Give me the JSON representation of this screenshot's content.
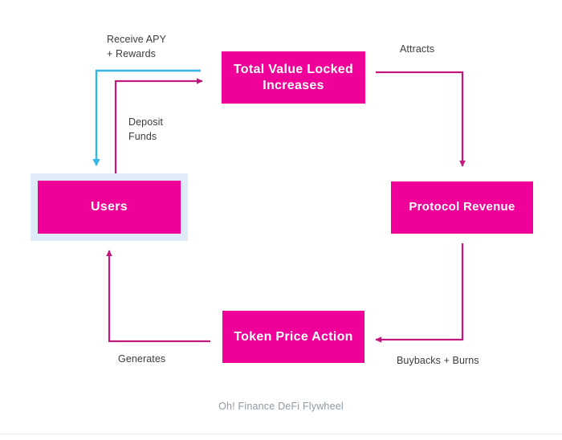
{
  "diagram": {
    "caption": "Oh! Finance DeFi Flywheel",
    "colors": {
      "node_fill": "#ee0099",
      "users_halo": "#dfecf7",
      "arrow_magenta": "#c2187e",
      "arrow_cyan": "#35b6e8",
      "label_text": "#3b3b3b",
      "caption_text": "#8d9aa4",
      "background": "#ffffff"
    },
    "nodes": [
      {
        "id": "users",
        "label": "Users"
      },
      {
        "id": "tvl",
        "label": "Total Value\nLocked Increases"
      },
      {
        "id": "protocol",
        "label": "Protocol Revenue"
      },
      {
        "id": "token",
        "label": "Token Price\nAction"
      }
    ],
    "edges": [
      {
        "id": "deposit",
        "label": "Deposit\nFunds",
        "from": "users",
        "to": "tvl",
        "color": "#c2187e"
      },
      {
        "id": "receive",
        "label": "Receive APY\n+ Rewards",
        "from": "tvl",
        "to": "users",
        "color": "#35b6e8"
      },
      {
        "id": "attracts",
        "label": "Attracts",
        "from": "tvl",
        "to": "protocol",
        "color": "#c2187e"
      },
      {
        "id": "buybacks",
        "label": "Buybacks + Burns",
        "from": "protocol",
        "to": "token",
        "color": "#c2187e"
      },
      {
        "id": "generates",
        "label": "Generates",
        "from": "token",
        "to": "users",
        "color": "#c2187e"
      }
    ]
  }
}
